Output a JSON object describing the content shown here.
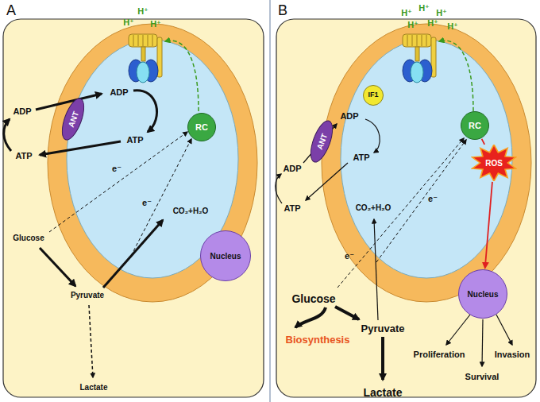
{
  "diagram": {
    "nodes": [
      {
        "text": [
          "ANT"
        ]
      },
      {
        "text": [
          "RC"
        ]
      },
      {
        "text": [
          "Nucleus"
        ]
      },
      {
        "text": [
          "ANT"
        ]
      },
      {
        "text": [
          "IF1"
        ]
      },
      {
        "text": [
          "RC"
        ]
      },
      {
        "text": [
          "ROS"
        ]
      },
      {
        "text": [
          "Nucleus"
        ]
      }
    ],
    "edges": [
      {
        "from": 5,
        "to": 6,
        "arrow": "none"
      },
      {
        "from": 6,
        "to": 7,
        "arrow": "to"
      }
    ],
    "labels": [
      "A",
      "B",
      "H⁺",
      "H⁺",
      "H⁺",
      "ADP",
      "ADP",
      "ATP",
      "ATP",
      "e⁻",
      "e⁻",
      "CO₂+H₂O",
      "Glucose",
      "Pyruvate",
      "Lactate",
      "H⁺",
      "H⁺",
      "H⁺",
      "H⁺",
      "H⁺",
      "H⁺",
      "ADP",
      "ADP",
      "ATP",
      "ATP",
      "e⁻",
      "e⁻",
      "CO₂+H₂O",
      "Glucose",
      "Biosynthesis",
      "Pyruvate",
      "Lactate",
      "Proliferation",
      "Survival",
      "Invasion"
    ]
  }
}
